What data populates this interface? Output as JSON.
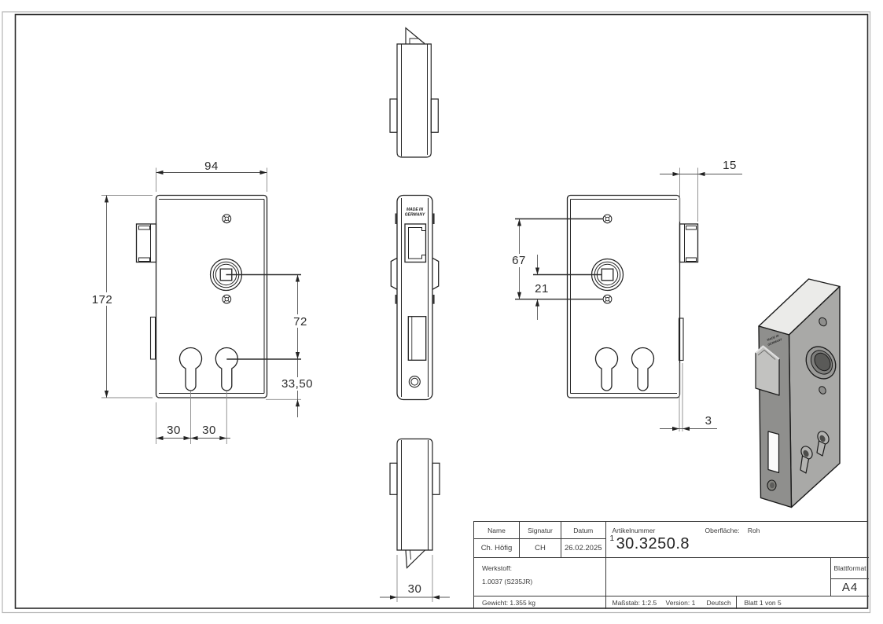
{
  "drawing": {
    "dims": {
      "front_width": "94",
      "front_height": "172",
      "spindle_to_cylinder": "72",
      "cylinder_to_bottom": "33,50",
      "cylinder_spacing_left": "30",
      "cylinder_spacing_right": "30",
      "latch_protrusion": "15",
      "screw_spacing": "67",
      "spindle_to_screw": "21",
      "faceplate_thickness": "3",
      "case_depth": "30"
    },
    "made_in": {
      "line1": "MADE IN",
      "line2": "GERMANY"
    }
  },
  "title_block": {
    "name_label": "Name",
    "signature_label": "Signatur",
    "date_label": "Datum",
    "name": "Ch. Höfig",
    "signature": "CH",
    "date": "26.02.2025",
    "article_label": "Artikelnummer",
    "article_sup": "1",
    "article_number": "30.3250.8",
    "surface_label": "Oberfläche:",
    "surface_value": "Roh",
    "material_label": "Werkstoff:",
    "material_value": "1.0037 (S235JR)",
    "sheet_format_label": "Blattformat",
    "sheet_format": "A4",
    "weight": "Gewicht: 1.355 kg",
    "scale": "Maßstab: 1:2.5",
    "version": "Version: 1",
    "language": "Deutsch",
    "sheet": "Blatt 1 von 5"
  }
}
